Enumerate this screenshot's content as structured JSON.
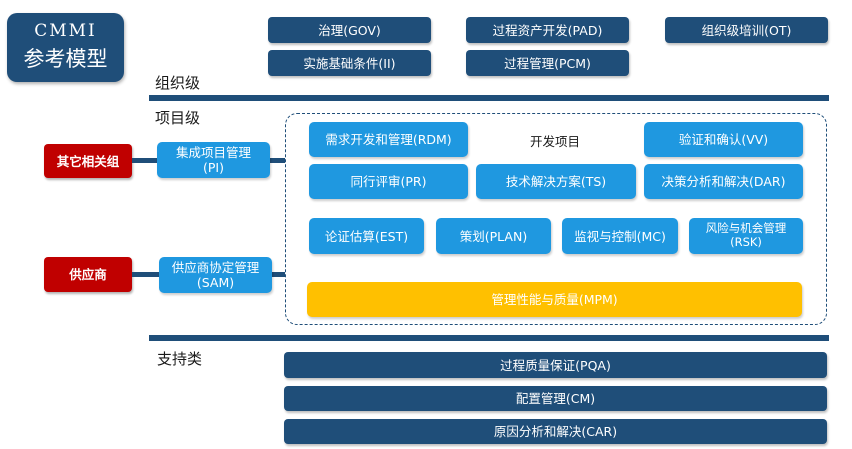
{
  "colors": {
    "dark_navy": "#1f4e79",
    "process_blue": "#1f98e0",
    "external_red": "#c00000",
    "highlight_gold": "#ffc000"
  },
  "logo": {
    "line1": "CMMI",
    "line2": "参考模型"
  },
  "org_level": {
    "label": "组织级",
    "processes": [
      "治理(GOV)",
      "过程资产开发(PAD)",
      "组织级培训(OT)",
      "实施基础条件(II)",
      "过程管理(PCM)"
    ]
  },
  "project_level": {
    "label": "项目级",
    "external": {
      "other_groups": "其它相关组",
      "supplier": "供应商"
    },
    "interface": {
      "pi": "集成项目管理\n(PI)",
      "sam": "供应商协定管理\n(SAM)"
    },
    "development_label": "开发项目",
    "processes": [
      "需求开发和管理(RDM)",
      "验证和确认(VV)",
      "同行评审(PR)",
      "技术解决方案(TS)",
      "决策分析和解决(DAR)",
      "论证估算(EST)",
      "策划(PLAN)",
      "监视与控制(MC)",
      "风险与机会管理\n(RSK)"
    ],
    "mpm": "管理性能与质量(MPM)"
  },
  "support": {
    "label": "支持类",
    "processes": [
      "过程质量保证(PQA)",
      "配置管理(CM)",
      "原因分析和解决(CAR)"
    ]
  }
}
